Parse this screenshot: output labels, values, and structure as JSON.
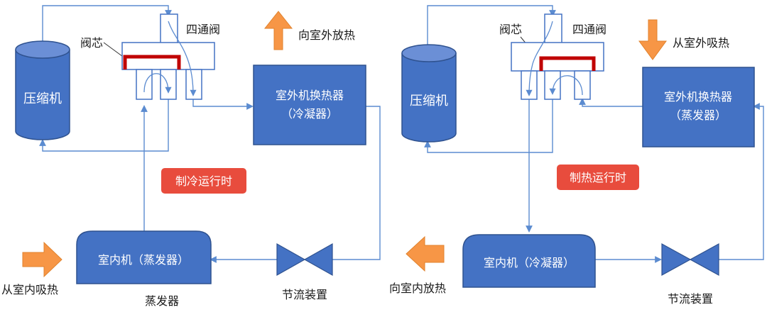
{
  "colors": {
    "box_fill": "#4472c4",
    "box_stroke": "#2f528f",
    "line": "#5b8bd0",
    "spool": "#c00000",
    "arrow_orange": "#f79646",
    "badge_fill": "#e84c3d",
    "text_dark": "#1a1a1a",
    "text_white": "#ffffff"
  },
  "cooling": {
    "compressor": "压缩机",
    "valve_core": "阀芯",
    "four_way_valve": "四通阀",
    "outdoor_hx_line1": "室外机换热器",
    "outdoor_hx_line2": "（冷凝器）",
    "outdoor_heat_label": "向室外放热",
    "mode_badge": "制冷运行时",
    "indoor_unit": "室内机（蒸发器）",
    "indoor_heat_label": "从室内吸热",
    "indoor_sub_label": "蒸发器",
    "throttle_label": "节流装置"
  },
  "heating": {
    "compressor": "压缩机",
    "valve_core": "阀芯",
    "four_way_valve": "四通阀",
    "outdoor_hx_line1": "室外机换热器",
    "outdoor_hx_line2": "（蒸发器）",
    "outdoor_heat_label": "从室外吸热",
    "mode_badge": "制热运行时",
    "indoor_unit": "室内机（冷凝器）",
    "indoor_heat_label": "向室内放热",
    "throttle_label": "节流装置"
  }
}
